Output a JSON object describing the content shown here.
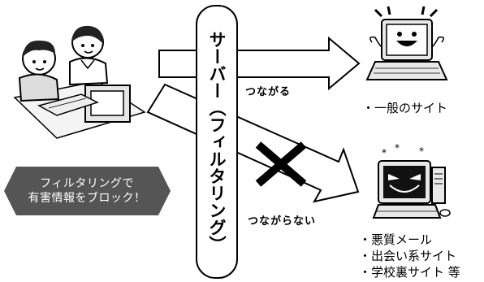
{
  "server": {
    "label": "サーバー（フィルタリング）"
  },
  "labels": {
    "connect": "つながる",
    "no_connect": "つながらない"
  },
  "badge": {
    "line1": "フィルタリングで",
    "line2": "有害情報をブロック！",
    "fill_color": "#555555"
  },
  "good_sites": [
    "・一般のサイト"
  ],
  "bad_sites": [
    "・悪質メール",
    "・出会い系サイト",
    "・学校裏サイト 等"
  ],
  "icons": {
    "children": "children-at-computer-icon",
    "happy_laptop": "happy-laptop-icon",
    "evil_computer": "evil-computer-icon",
    "block": "block-x-icon"
  }
}
